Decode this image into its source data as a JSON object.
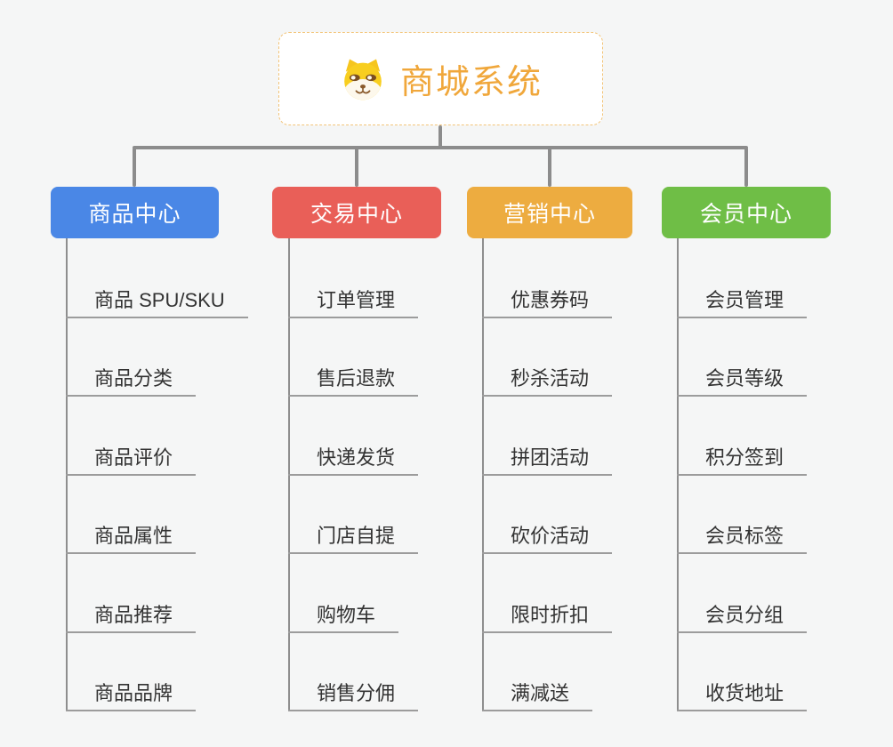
{
  "page": {
    "background_color": "#f5f6f6",
    "connector_color": "#8c8c8c"
  },
  "root": {
    "label": "商城系统",
    "icon": "dog-face-icon",
    "text_color": "#f0a73b",
    "border_color": "#f2c478"
  },
  "branches": [
    {
      "name": "商品中心",
      "color": "#4a87e6",
      "items": [
        "商品 SPU/SKU",
        "商品分类",
        "商品评价",
        "商品属性",
        "商品推荐",
        "商品品牌"
      ]
    },
    {
      "name": "交易中心",
      "color": "#e95f58",
      "items": [
        "订单管理",
        "售后退款",
        "快递发货",
        "门店自提",
        "购物车",
        "销售分佣"
      ]
    },
    {
      "name": "营销中心",
      "color": "#edac40",
      "items": [
        "优惠券码",
        "秒杀活动",
        "拼团活动",
        "砍价活动",
        "限时折扣",
        "满减送"
      ]
    },
    {
      "name": "会员中心",
      "color": "#6fbe46",
      "items": [
        "会员管理",
        "会员等级",
        "积分签到",
        "会员标签",
        "会员分组",
        "收货地址"
      ]
    }
  ]
}
